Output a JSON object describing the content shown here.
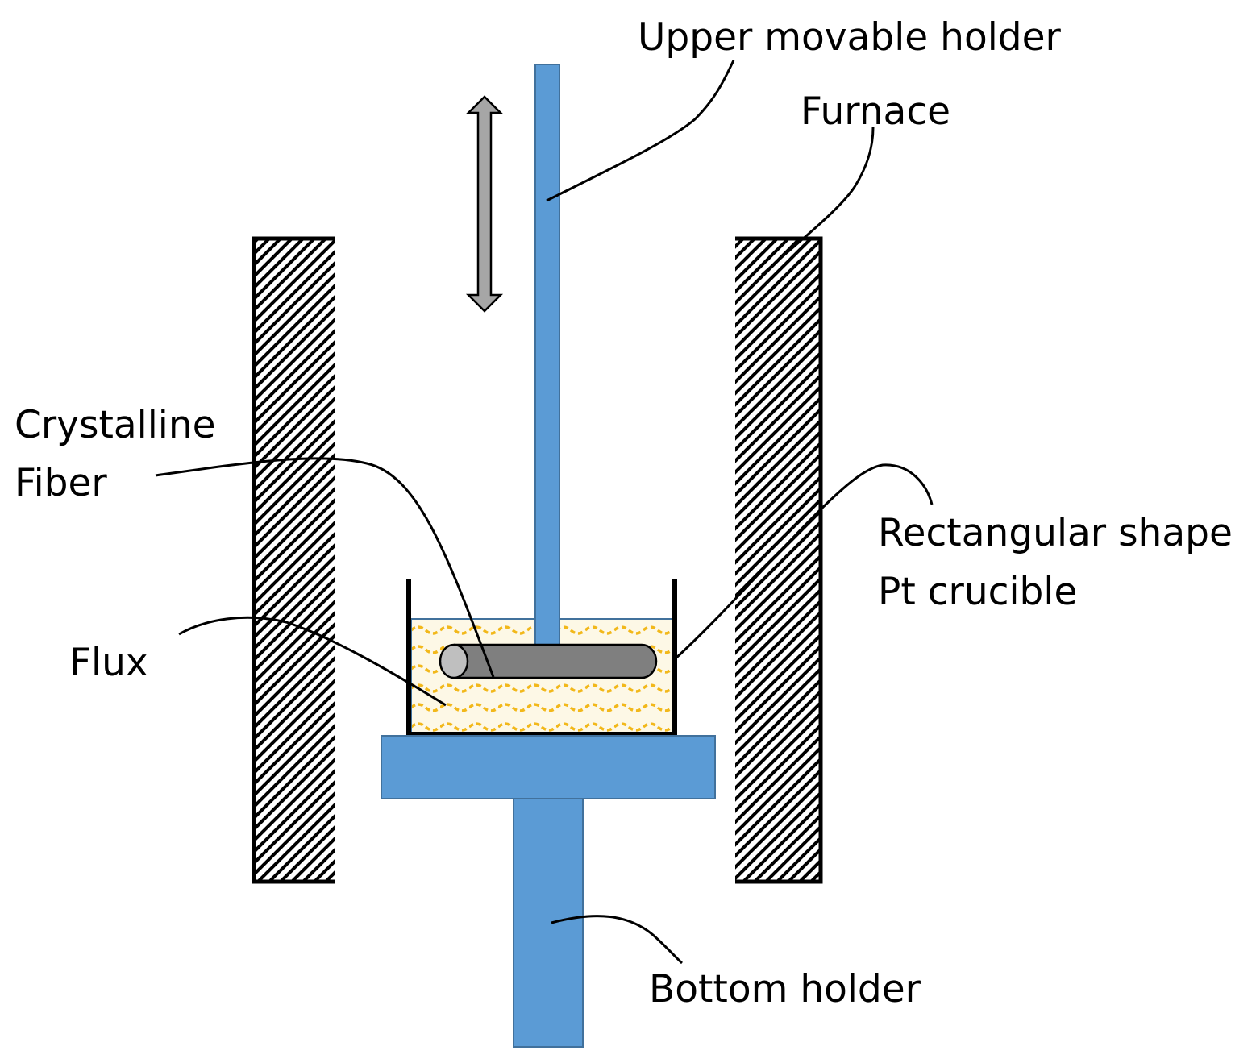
{
  "labels": {
    "upper_holder": "Upper movable holder",
    "furnace": "Furnace",
    "crystalline_fiber_line1": "Crystalline",
    "crystalline_fiber_line2": "Fiber",
    "crucible_line1": "Rectangular shape",
    "crucible_line2": "Pt crucible",
    "flux": "Flux",
    "bottom_holder": "Bottom holder"
  },
  "colors": {
    "holder_fill": "#5b9bd5",
    "holder_stroke": "#41719c",
    "furnace_hatch": "#000000",
    "flux_fill": "#fdf8e6",
    "flux_wave": "#f2b81a",
    "fiber_fill": "#7f7f7f",
    "fiber_end": "#bfbfbf",
    "arrow_fill": "#a6a6a6",
    "leader_line": "#000000"
  },
  "icons": {
    "motion_arrow": "double-headed-vertical-arrow-icon"
  }
}
